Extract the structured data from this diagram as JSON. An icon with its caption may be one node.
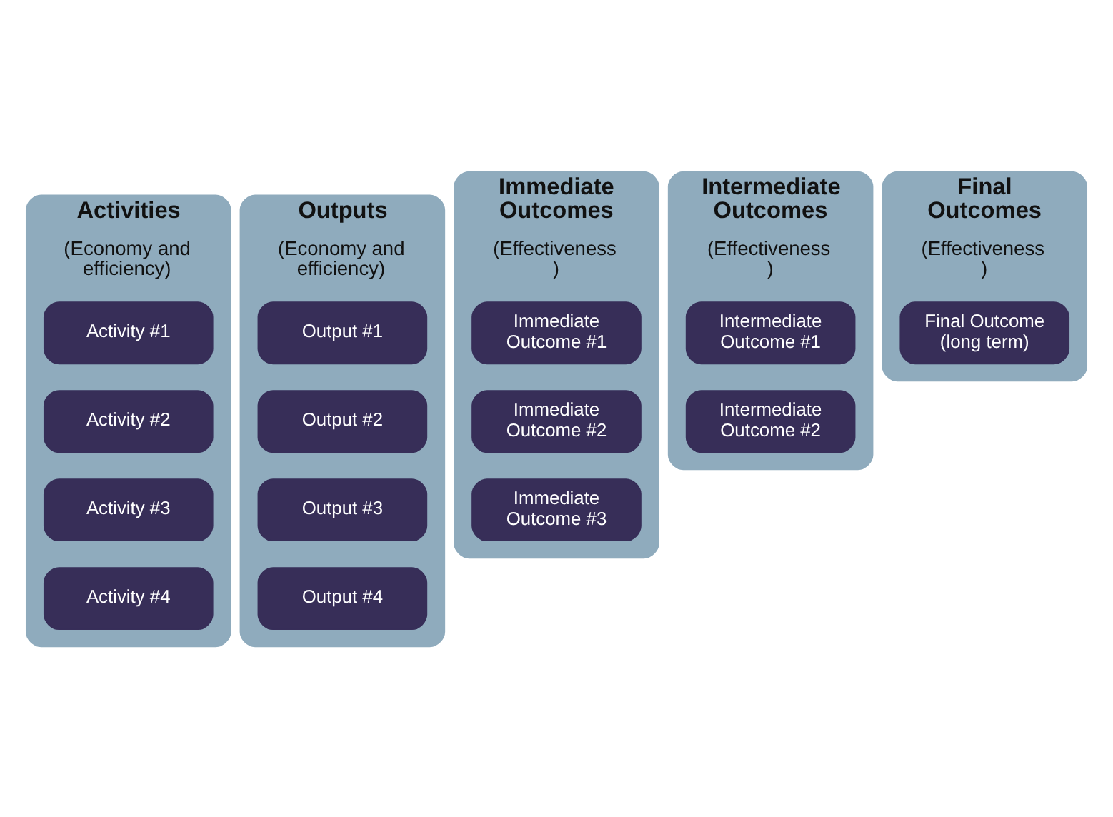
{
  "diagram": {
    "nodes": [
      {
        "text": [
          "Activities",
          "(Economy and efficiency)"
        ]
      },
      {
        "text": [
          "Activity #1"
        ],
        "in": 0
      },
      {
        "text": [
          "Activity #2"
        ],
        "in": 0
      },
      {
        "text": [
          "Activity #3"
        ],
        "in": 0
      },
      {
        "text": [
          "Activity #4"
        ],
        "in": 0
      },
      {
        "text": [
          "Outputs",
          "(Economy and efficiency)"
        ]
      },
      {
        "text": [
          "Output #1"
        ],
        "in": 5
      },
      {
        "text": [
          "Output #2"
        ],
        "in": 5
      },
      {
        "text": [
          "Output #3"
        ],
        "in": 5
      },
      {
        "text": [
          "Output #4"
        ],
        "in": 5
      },
      {
        "text": [
          "Immediate Outcomes",
          "(Effectiveness)"
        ]
      },
      {
        "text": [
          "Immediate Outcome #1"
        ],
        "in": 10
      },
      {
        "text": [
          "Immediate Outcome #2"
        ],
        "in": 10
      },
      {
        "text": [
          "Immediate Outcome #3"
        ],
        "in": 10
      },
      {
        "text": [
          "Intermediate Outcomes",
          "(Effectiveness)"
        ]
      },
      {
        "text": [
          "Intermediate Outcome #1"
        ],
        "in": 14
      },
      {
        "text": [
          "Intermediate Outcome #2"
        ],
        "in": 14
      },
      {
        "text": [
          "Final Outcomes",
          "(Effectiveness)"
        ]
      },
      {
        "text": [
          "Final Outcome (long term)"
        ],
        "in": 17
      }
    ]
  }
}
